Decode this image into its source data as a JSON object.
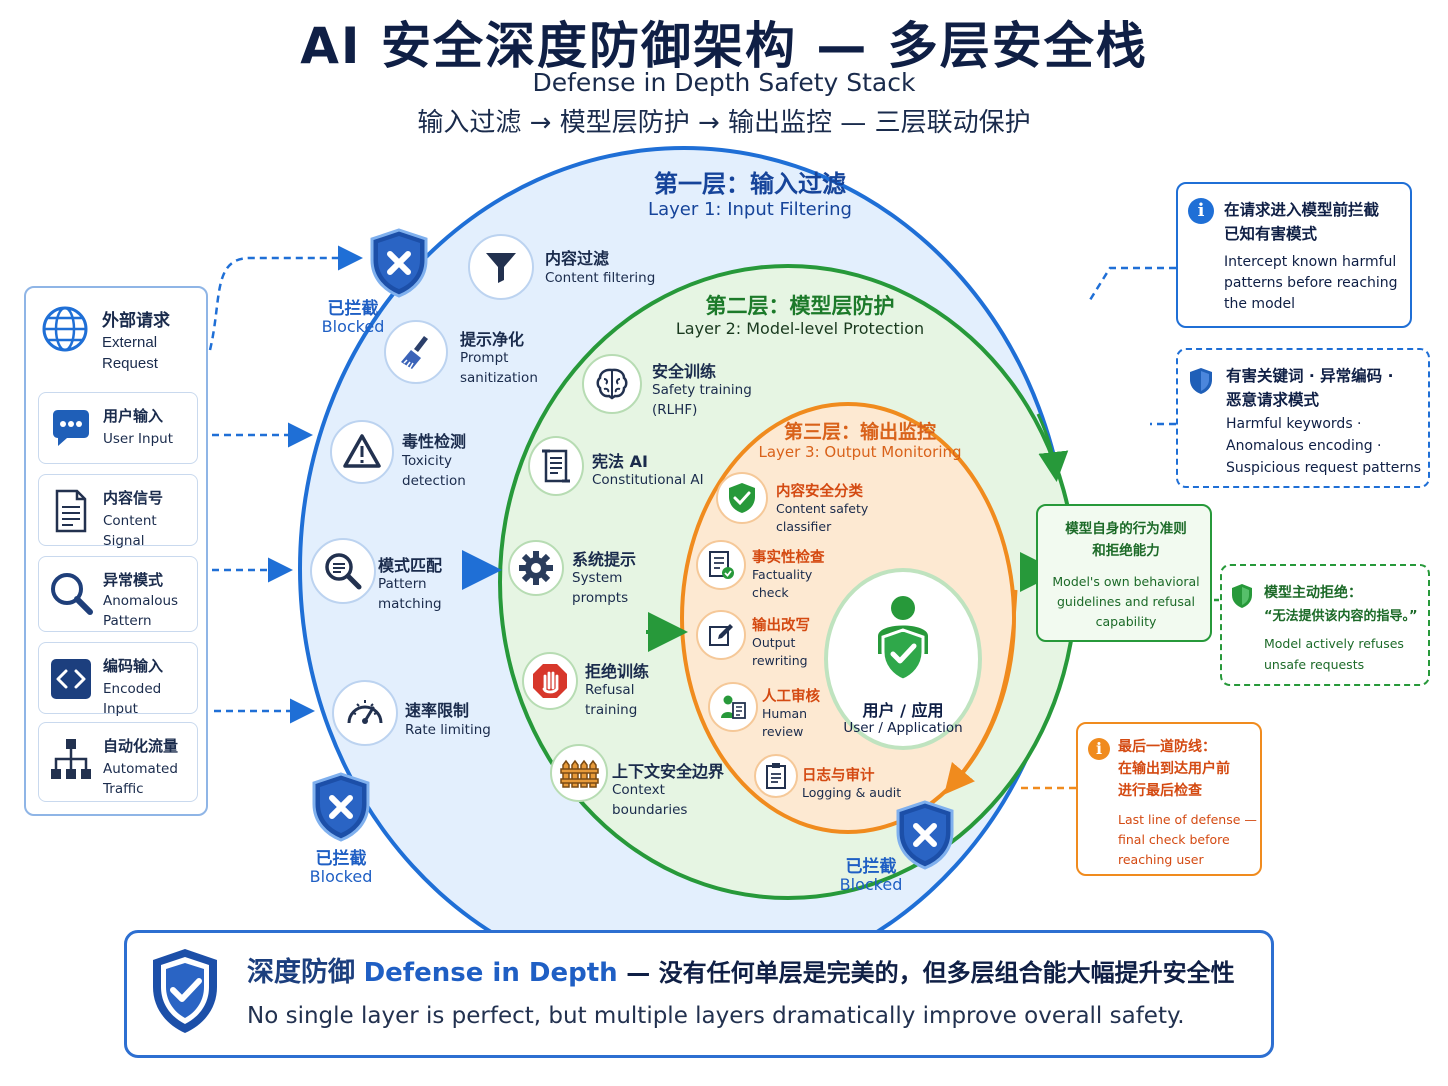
{
  "header": {
    "title": "AI 安全深度防御架构 — 多层安全栈",
    "subtitle": "Defense in Depth Safety Stack",
    "flow": "输入过滤 → 模型层防护 → 输出监控 — 三层联动保护"
  },
  "colors": {
    "blue": "#1f6fd6",
    "green": "#27993a",
    "orange": "#f08b1e",
    "red": "#d7372b",
    "navy": "#0f1f45"
  },
  "layer1": {
    "title_zh": "第一层：输入过滤",
    "title_en": "Layer 1: Input Filtering",
    "items": [
      {
        "zh": "内容过滤",
        "en": "Content filtering",
        "icon": "funnel-icon"
      },
      {
        "zh": "提示净化",
        "en": "Prompt sanitization",
        "en1": "Prompt",
        "en2": "sanitization",
        "icon": "broom-icon"
      },
      {
        "zh": "毒性检测",
        "en1": "Toxicity",
        "en2": "detection",
        "icon": "warning-icon"
      },
      {
        "zh": "模式匹配",
        "en1": "Pattern",
        "en2": "matching",
        "icon": "magnifier-icon"
      },
      {
        "zh": "速率限制",
        "en": "Rate limiting",
        "icon": "speedometer-icon"
      }
    ]
  },
  "layer2": {
    "title_zh": "第二层：模型层防护",
    "title_en": "Layer 2: Model-level Protection",
    "items": [
      {
        "zh": "安全训练",
        "en1": "Safety training",
        "en2": "(RLHF)",
        "icon": "brain-icon"
      },
      {
        "zh": "宪法 AI",
        "en": "Constitutional AI",
        "icon": "scroll-icon"
      },
      {
        "zh": "系统提示",
        "en1": "System",
        "en2": "prompts",
        "icon": "gear-icon"
      },
      {
        "zh": "拒绝训练",
        "en1": "Refusal",
        "en2": "training",
        "icon": "stop-hand-icon"
      },
      {
        "zh": "上下文安全边界",
        "en1": "Context",
        "en2": "boundaries",
        "icon": "fence-icon"
      }
    ]
  },
  "layer3": {
    "title_zh": "第三层：输出监控",
    "title_en": "Layer 3: Output Monitoring",
    "items": [
      {
        "zh": "内容安全分类",
        "en1": "Content safety",
        "en2": "classifier",
        "icon": "shield-check-icon"
      },
      {
        "zh": "事实性检查",
        "en1": "Factuality",
        "en2": "check",
        "icon": "checklist-icon"
      },
      {
        "zh": "输出改写",
        "en1": "Output",
        "en2": "rewriting",
        "icon": "edit-icon"
      },
      {
        "zh": "人工审核",
        "en1": "Human",
        "en2": "review",
        "icon": "reviewer-icon"
      },
      {
        "zh": "日志与审计",
        "en": "Logging & audit",
        "icon": "clipboard-icon"
      }
    ]
  },
  "core": {
    "zh": "用户 / 应用",
    "en": "User / Application"
  },
  "left_panel": {
    "header_zh": "外部请求",
    "header_en1": "External",
    "header_en2": "Request",
    "items": [
      {
        "zh": "用户输入",
        "en": "User Input",
        "icon": "chat-bubble-icon"
      },
      {
        "zh": "内容信号",
        "en": "Content Signal",
        "icon": "document-icon"
      },
      {
        "zh": "异常模式",
        "en1": "Anomalous",
        "en2": "Pattern",
        "icon": "search-icon"
      },
      {
        "zh": "编码输入",
        "en": "Encoded Input",
        "icon": "code-icon"
      },
      {
        "zh": "自动化流量",
        "en1": "Automated",
        "en2": "Traffic",
        "icon": "network-icon"
      }
    ]
  },
  "blocked": {
    "zh": "已拦截",
    "en": "Blocked"
  },
  "right_boxes": {
    "intercept": {
      "zh1": "在请求进入模型前拦截",
      "zh2": "已知有害模式",
      "en1": "Intercept known harmful",
      "en2": "patterns before reaching",
      "en3": "the model"
    },
    "patterns": {
      "zh1": "有害关键词 · 异常编码 ·",
      "zh2": "恶意请求模式",
      "en1": "Harmful keywords ·",
      "en2": "Anomalous encoding ·",
      "en3": "Suspicious request patterns"
    },
    "model_self": {
      "zh1": "模型自身的行为准则",
      "zh2": "和拒绝能力",
      "en1": "Model's own behavioral",
      "en2": "guidelines and refusal",
      "en3": "capability"
    },
    "refuse": {
      "zh1": "模型主动拒绝：",
      "zh2": "“无法提供该内容的指导。”",
      "en1": "Model actively refuses",
      "en2": "unsafe requests"
    },
    "last_line": {
      "zh1": "最后一道防线：",
      "zh2": "在输出到达用户前",
      "zh3": "进行最后检查",
      "en1": "Last line of defense —",
      "en2": "final check before",
      "en3": "reaching user"
    }
  },
  "banner": {
    "zh": "深度防御",
    "en_title": "Defense in Depth",
    "zh_rest": "— 没有任何单层是完美的，但多层组合能大幅提升安全性",
    "en": "No single layer is perfect, but multiple layers dramatically improve overall safety."
  }
}
